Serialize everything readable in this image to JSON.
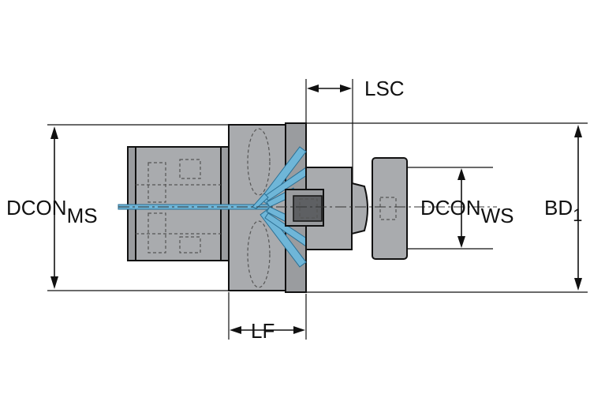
{
  "labels": {
    "dcon_ms_main": "DCON",
    "dcon_ms_sub": "MS",
    "dcon_ws_main": "DCON",
    "dcon_ws_sub": "WS",
    "bd_main": "BD",
    "bd_sub": "1",
    "lsc": "LSC",
    "lf": "LF"
  },
  "colors": {
    "body": "#a9abae",
    "coolant": "#6fb6d8",
    "line": "#111111"
  }
}
